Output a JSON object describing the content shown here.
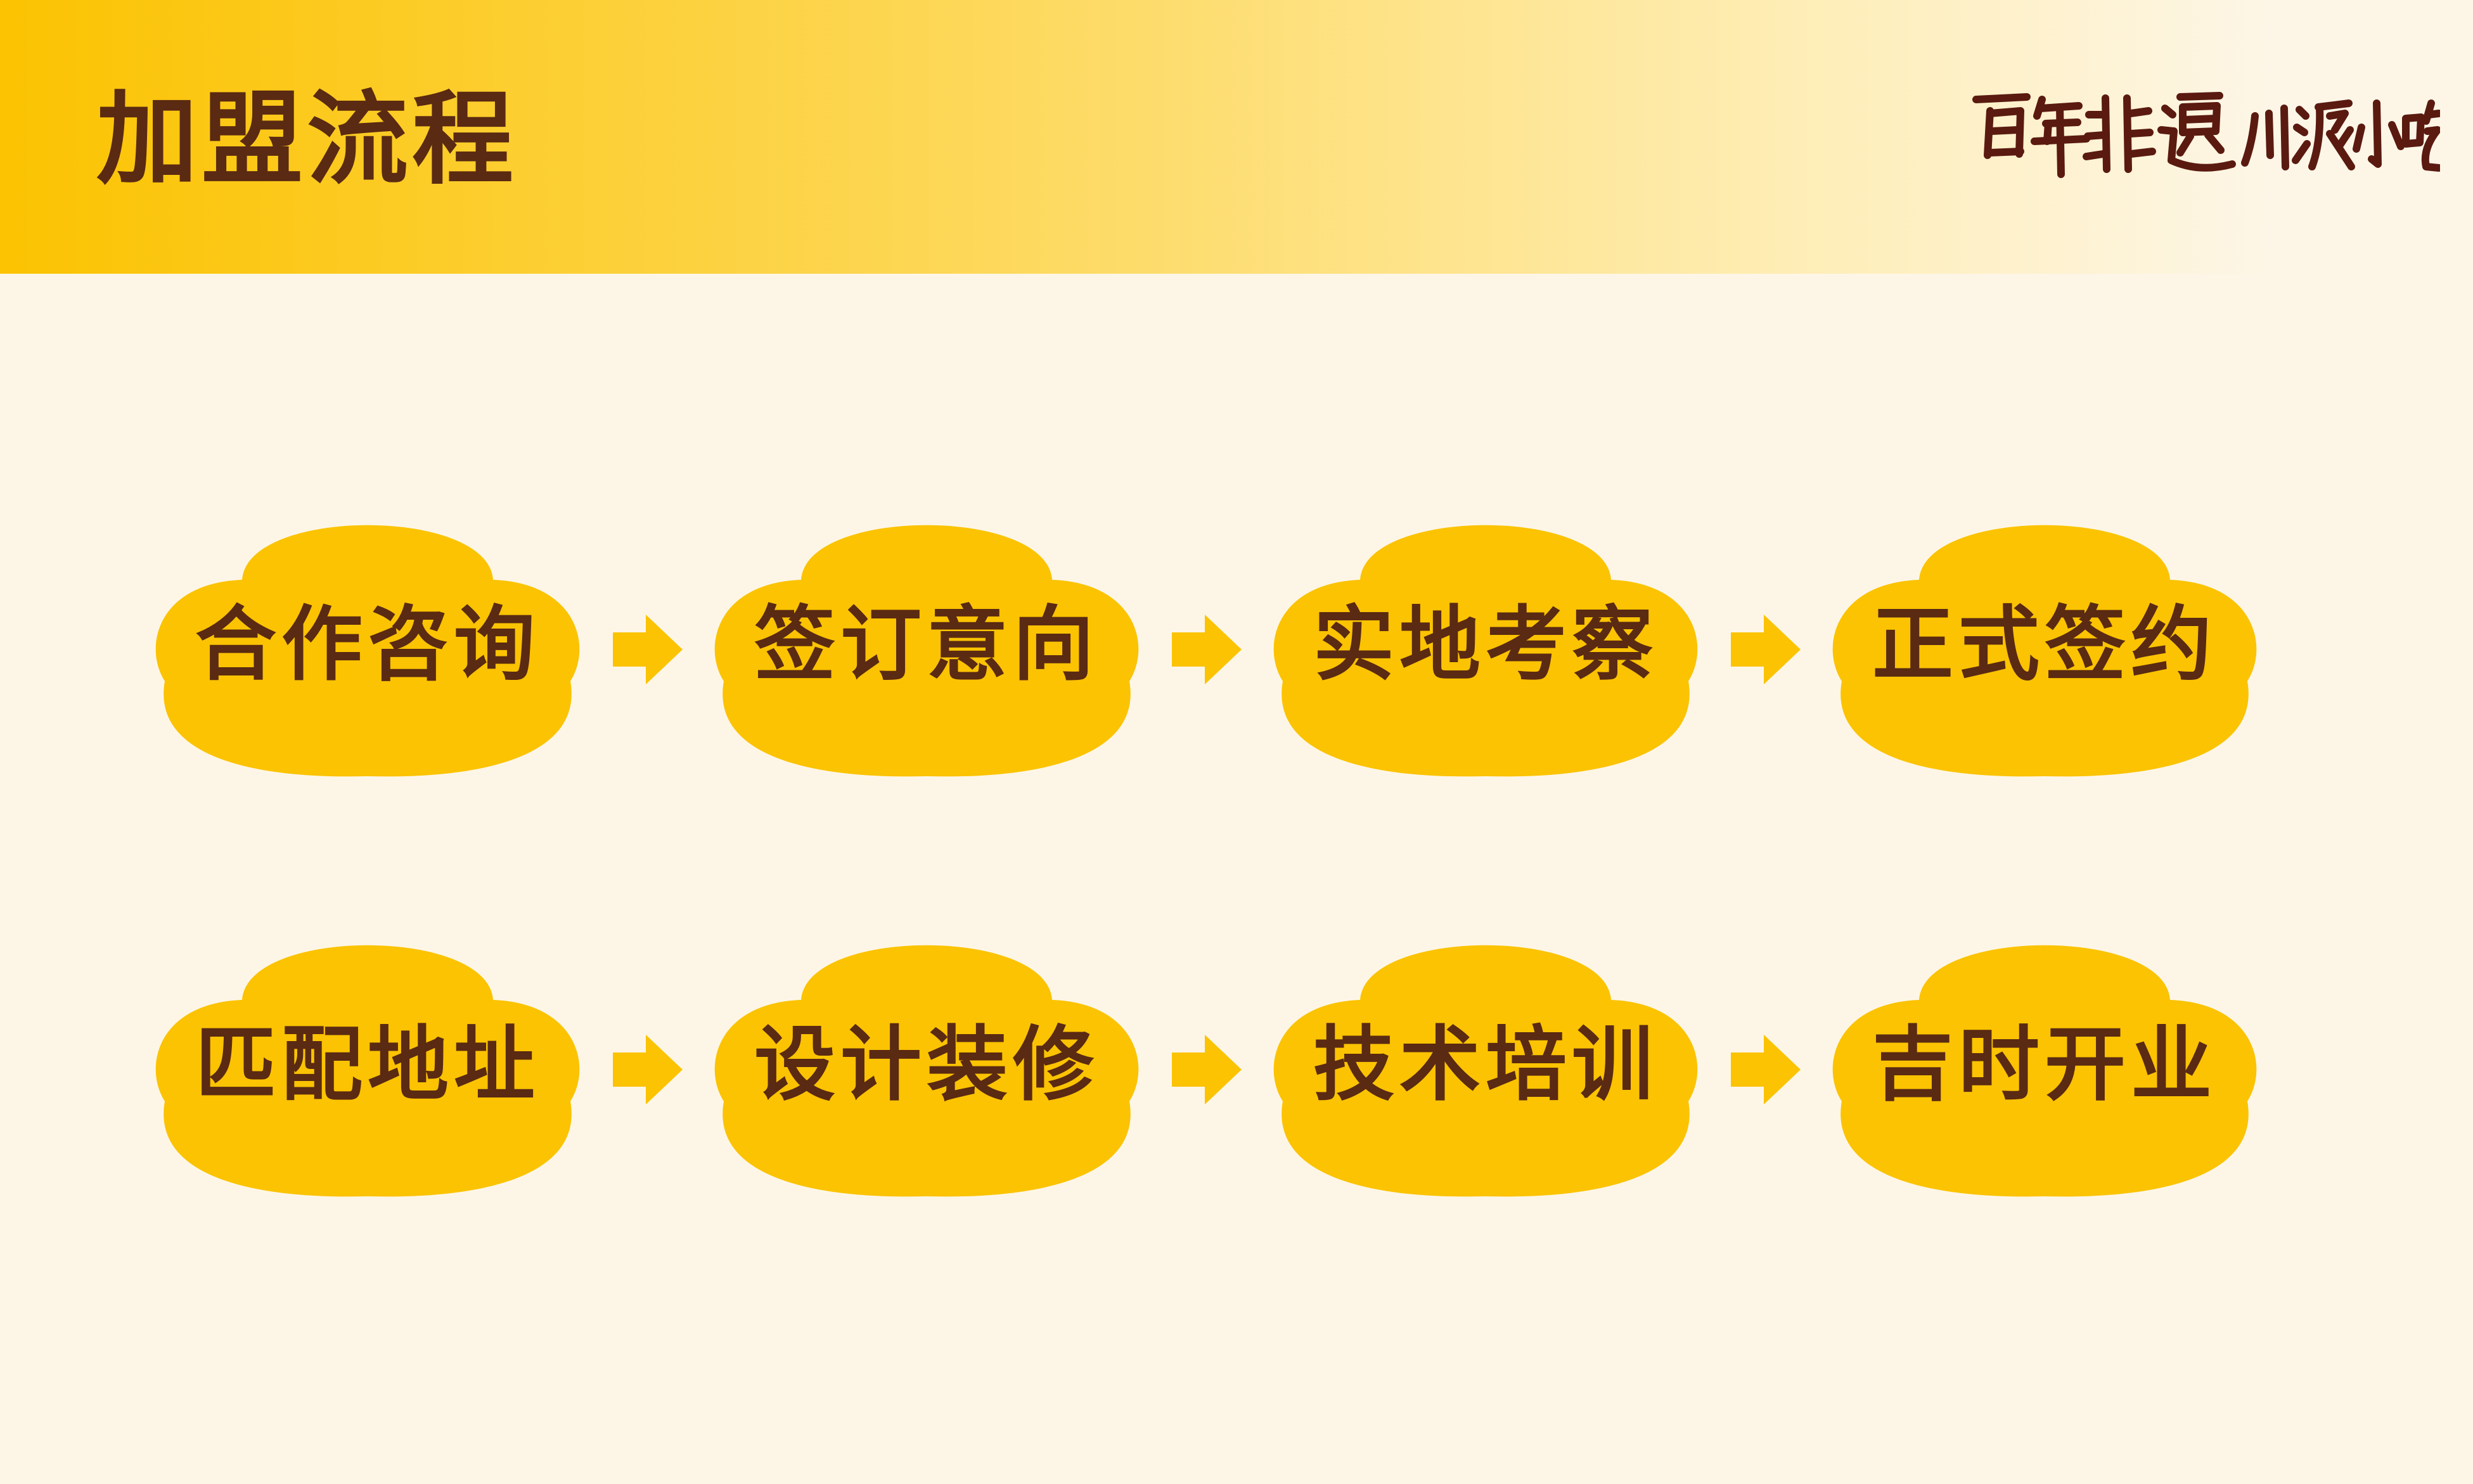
{
  "header": {
    "title": "加盟流程",
    "brand_logo_text": "百年非遗 川派小吃"
  },
  "colors": {
    "accent": "#FBC301",
    "text": "#5A2A12",
    "background": "#FDF6E7"
  },
  "flow": {
    "row1": [
      "合作咨询",
      "签订意向",
      "实地考察",
      "正式签约"
    ],
    "row2": [
      "匹配地址",
      "设计装修",
      "技术培训",
      "吉时开业"
    ]
  }
}
